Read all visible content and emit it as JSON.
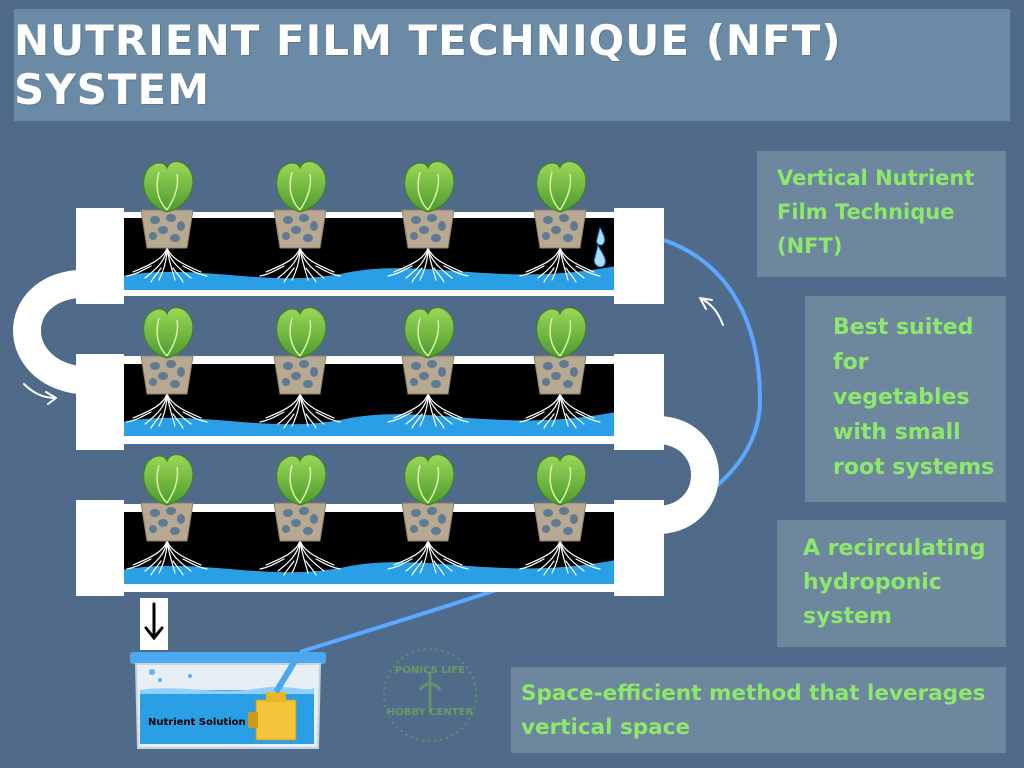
{
  "title": "Nutrient Film Technique (NFT) System",
  "info_boxes": [
    {
      "lines": [
        "Vertical Nutrient",
        "Film Technique",
        "(NFT)"
      ]
    },
    {
      "lines": [
        "Best suited",
        "for",
        "vegetables",
        "with small",
        "root systems"
      ]
    },
    {
      "lines": [
        "A recirculating",
        "hydroponic",
        "system"
      ]
    },
    {
      "lines": [
        "Space-efficient method that leverages",
        "vertical space"
      ]
    }
  ],
  "reservoir": {
    "label": "Nutrient Solution"
  },
  "watermark": {
    "lines": [
      "PONICS LIFE",
      "HOBBY CENTER"
    ]
  },
  "colors": {
    "background": "#4f6b89",
    "title_box": "#6b8aa6",
    "info_box": "#6d879f",
    "info_text": "#8ee86a",
    "pipe_water": "#2b9fe6",
    "return_line": "#5aa8ff",
    "lettuce": "#7cc243",
    "pot": "#b7a891"
  }
}
